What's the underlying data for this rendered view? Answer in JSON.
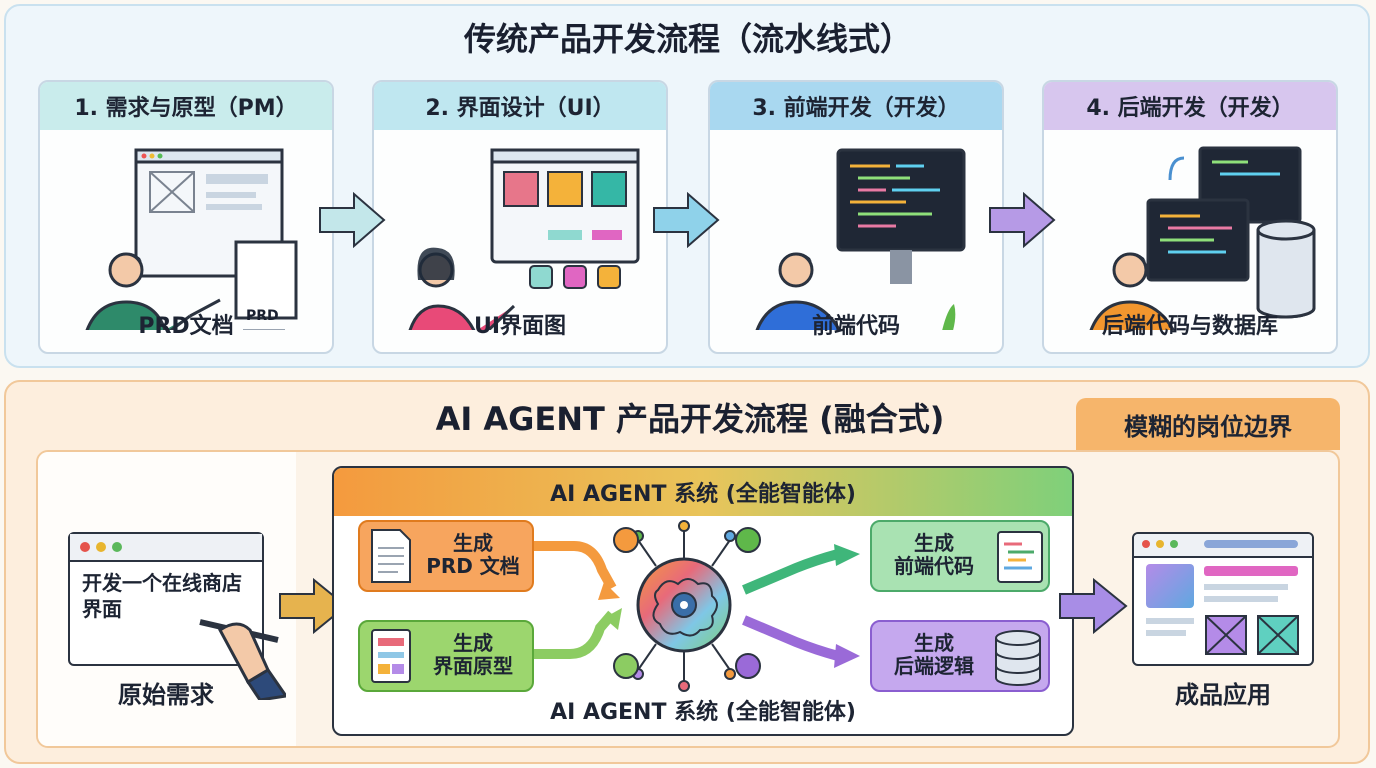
{
  "traditional": {
    "title": "传统产品开发流程（流水线式）",
    "steps": [
      {
        "header": "1. 需求与原型（PM）",
        "output": "PRD文档",
        "doc_label": "PRD",
        "color": "#c9ecec"
      },
      {
        "header": "2. 界面设计（UI）",
        "output": "UI界面图",
        "color": "#bfe7f0"
      },
      {
        "header": "3. 前端开发（开发）",
        "output": "前端代码",
        "color": "#a9d8f0"
      },
      {
        "header": "4. 后端开发（开发）",
        "output": "后端代码与数据库",
        "color": "#d7c6ee"
      }
    ]
  },
  "agent": {
    "title": "AI AGENT 产品开发流程 (融合式)",
    "badge": "模糊的岗位边界",
    "input": {
      "text": "开发一个在线商店界面",
      "label": "原始需求"
    },
    "system_header": "AI AGENT 系统 (全能智能体)",
    "system_footer": "AI AGENT 系统 (全能智能体)",
    "inputs": [
      {
        "line1": "生成",
        "line2": "PRD 文档"
      },
      {
        "line1": "生成",
        "line2": "界面原型"
      }
    ],
    "outputs": [
      {
        "line1": "生成",
        "line2": "前端代码"
      },
      {
        "line1": "生成",
        "line2": "后端逻辑"
      }
    ],
    "result_label": "成品应用"
  }
}
